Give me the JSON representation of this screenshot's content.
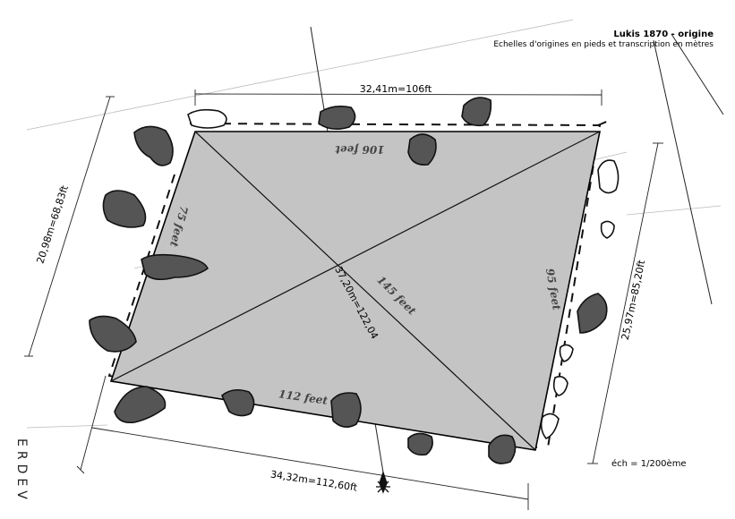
{
  "header": {
    "title": "Lukis 1870 - origine",
    "subtitle": "Echelles d'origines en pieds et transcription en mètres"
  },
  "measurements": {
    "top": "32,41m=106ft",
    "left": "20,98m=68,83ft",
    "right": "25,97m=85,20ft",
    "bottom": "34,32m=112,60ft",
    "diagonal": "37,20m=122,04"
  },
  "original_annotations": {
    "top": "106 feet",
    "left": "75 feet",
    "right": "95 feet",
    "bottom": "112 feet",
    "diagonal": "145 feet"
  },
  "edge_text": "ERDEV",
  "scale": "éch = 1/200ème",
  "colors": {
    "enclosure_fill": "#c4c4c4",
    "stone_fill": "#555555",
    "outline": "#000000"
  }
}
